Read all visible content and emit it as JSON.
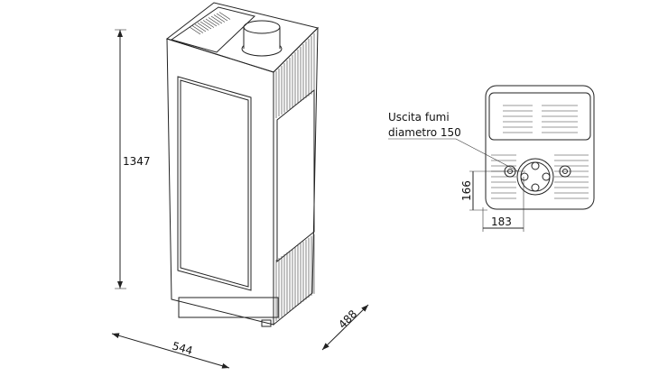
{
  "dimensions": {
    "height": "1347",
    "width": "544",
    "depth": "488",
    "flue_offset_vertical": "166",
    "flue_offset_horizontal": "183"
  },
  "labels": {
    "flue_line1": "Uscita fumi",
    "flue_line2": "diametro 150"
  }
}
